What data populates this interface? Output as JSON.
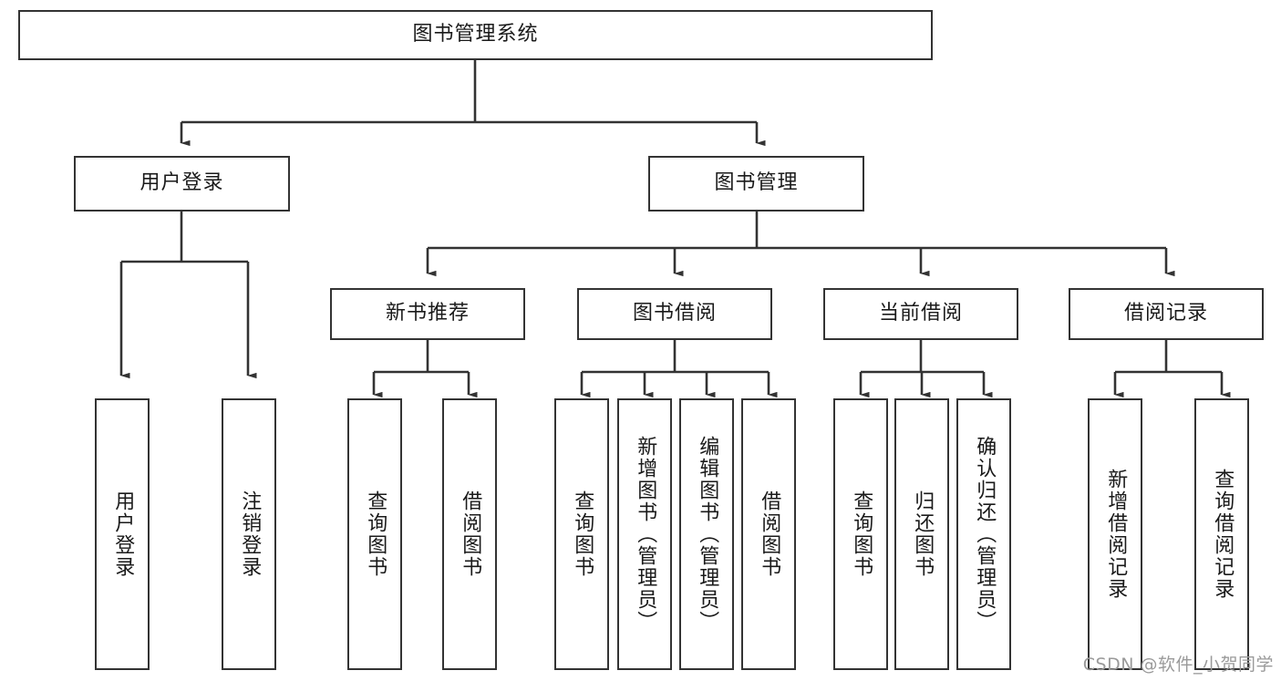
{
  "diagram": {
    "title": "图书管理系统",
    "type": "hierarchy-tree",
    "orientation": "top-down",
    "colors": {
      "box_border": "#333333",
      "box_fill": "#ffffff",
      "connector": "#333333",
      "text": "#1a1a1a",
      "watermark": "#9a9a9a"
    },
    "root": {
      "label": "图书管理系统"
    },
    "level2": [
      {
        "label": "用户登录"
      },
      {
        "label": "图书管理"
      }
    ],
    "level3": [
      {
        "label": "新书推荐"
      },
      {
        "label": "图书借阅"
      },
      {
        "label": "当前借阅"
      },
      {
        "label": "借阅记录"
      }
    ],
    "leaves": {
      "user_login": [
        {
          "label": "用户登录"
        },
        {
          "label": "注销登录"
        }
      ],
      "new_book_recommend": [
        {
          "label": "查询图书"
        },
        {
          "label": "借阅图书"
        }
      ],
      "book_borrow": [
        {
          "label": "查询图书"
        },
        {
          "label": "新增图书（管理员）"
        },
        {
          "label": "编辑图书（管理员）"
        },
        {
          "label": "借阅图书"
        }
      ],
      "current_borrow": [
        {
          "label": "查询图书"
        },
        {
          "label": "归还图书"
        },
        {
          "label": "确认归还（管理员）"
        }
      ],
      "borrow_record": [
        {
          "label": "新增借阅记录"
        },
        {
          "label": "查询借阅记录"
        }
      ]
    }
  },
  "watermark": {
    "text": "CSDN @软件_小贺同学"
  }
}
